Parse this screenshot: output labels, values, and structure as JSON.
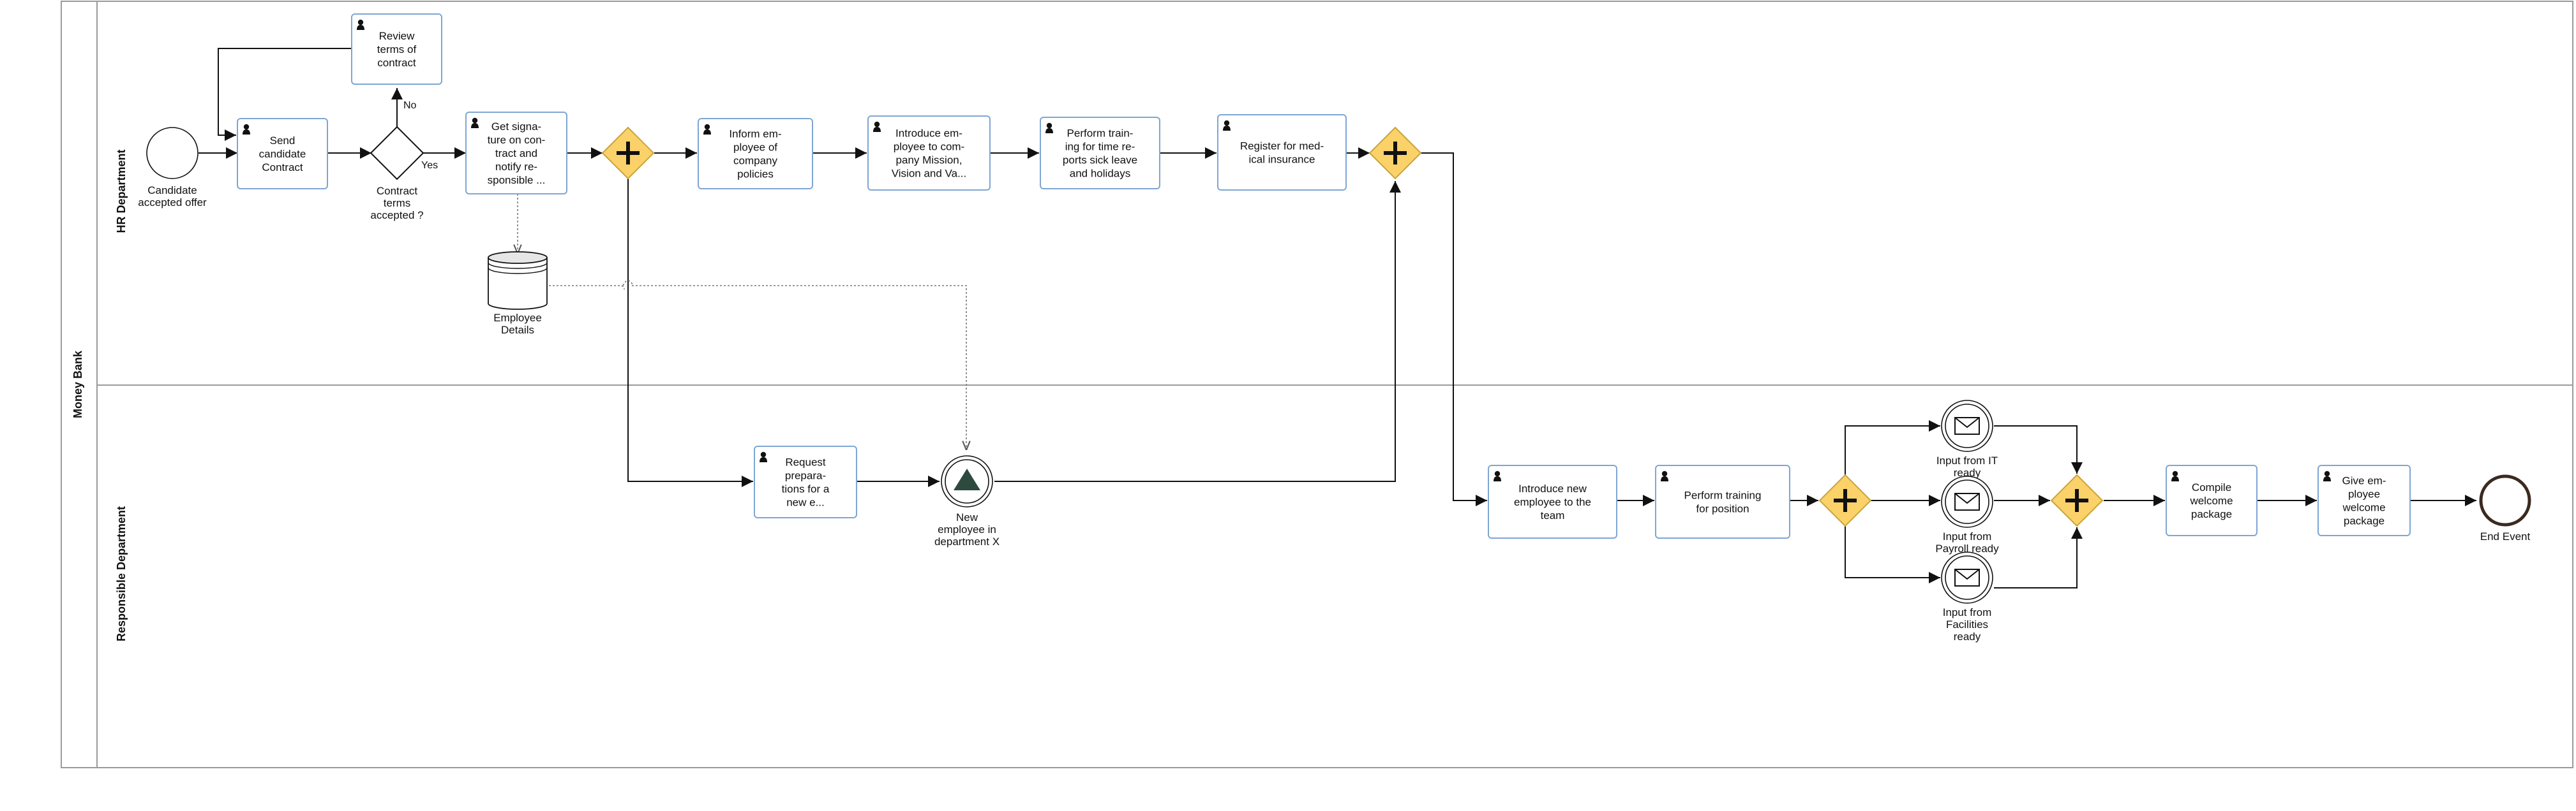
{
  "pool": {
    "name": "Money Bank"
  },
  "lanes": [
    {
      "id": "hr",
      "name": "HR Department"
    },
    {
      "id": "resp",
      "name": "Responsible Department"
    }
  ],
  "nodes": [
    {
      "id": "start",
      "kind": "start",
      "lines": [
        "Candidate",
        "accepted offer"
      ]
    },
    {
      "id": "send",
      "kind": "task",
      "lines": [
        "Send",
        "candidate",
        "Contract"
      ]
    },
    {
      "id": "review",
      "kind": "task",
      "lines": [
        "Review",
        "terms of",
        "contract"
      ]
    },
    {
      "id": "gw_terms",
      "kind": "xor",
      "lines": [
        "Contract",
        "terms",
        "accepted ?"
      ]
    },
    {
      "id": "sign",
      "kind": "task",
      "lines": [
        "Get signa-",
        "ture on con-",
        "tract and",
        "notify re-",
        "sponsible ..."
      ]
    },
    {
      "id": "gw_split1",
      "kind": "and",
      "lines": []
    },
    {
      "id": "inform",
      "kind": "task",
      "lines": [
        "Inform em-",
        "ployee of",
        "company",
        "policies"
      ]
    },
    {
      "id": "introduce",
      "kind": "task",
      "lines": [
        "Introduce em-",
        "ployee to com-",
        "pany Mission,",
        "Vision and Va..."
      ]
    },
    {
      "id": "training_time",
      "kind": "task",
      "lines": [
        "Perform train-",
        "ing for time re-",
        "ports sick leave",
        "and holidays"
      ]
    },
    {
      "id": "register",
      "kind": "task",
      "lines": [
        "Register for med-",
        "ical insurance"
      ]
    },
    {
      "id": "gw_join1",
      "kind": "and",
      "lines": []
    },
    {
      "id": "db",
      "kind": "datastore",
      "lines": [
        "Employee",
        "Details"
      ]
    },
    {
      "id": "request",
      "kind": "task",
      "lines": [
        "Request",
        "prepara-",
        "tions for a",
        "new e..."
      ]
    },
    {
      "id": "signal",
      "kind": "signal",
      "lines": [
        "New",
        "employee in",
        "department X"
      ]
    },
    {
      "id": "intro_team",
      "kind": "task",
      "lines": [
        "Introduce new",
        "employee to the",
        "team"
      ]
    },
    {
      "id": "training_pos",
      "kind": "task",
      "lines": [
        "Perform training",
        "for position"
      ]
    },
    {
      "id": "gw_split2",
      "kind": "and",
      "lines": []
    },
    {
      "id": "msg_it",
      "kind": "message",
      "lines": [
        "Input from IT",
        "ready"
      ]
    },
    {
      "id": "msg_payroll",
      "kind": "message",
      "lines": [
        "Input from",
        "Payroll ready"
      ]
    },
    {
      "id": "msg_fac",
      "kind": "message",
      "lines": [
        "Input from",
        "Facilities",
        "ready"
      ]
    },
    {
      "id": "gw_join2",
      "kind": "and",
      "lines": []
    },
    {
      "id": "compile",
      "kind": "task",
      "lines": [
        "Compile",
        "welcome",
        "package"
      ]
    },
    {
      "id": "give",
      "kind": "task",
      "lines": [
        "Give em-",
        "ployee",
        "welcome",
        "package"
      ]
    },
    {
      "id": "end",
      "kind": "end",
      "lines": [
        "End Event"
      ]
    }
  ],
  "edge_labels": {
    "no": "No",
    "yes": "Yes"
  },
  "colors": {
    "task_stroke": "#7ea6d3",
    "gateway_fill": "#fbd26a",
    "gateway_stroke": "#c9a43b",
    "pool_stroke": "#9a9a9a",
    "text": "#111111"
  }
}
